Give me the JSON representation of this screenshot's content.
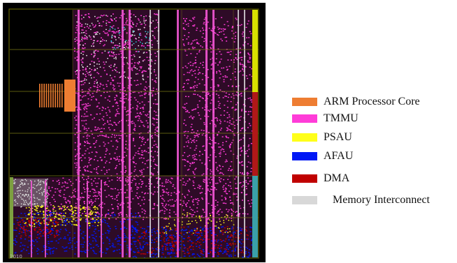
{
  "floorplan": {
    "tile_label": "2010"
  },
  "legend": [
    {
      "label": "ARM Processor Core",
      "color": "#ee7d32"
    },
    {
      "label": "TMMU",
      "color": "#ff3cd8"
    },
    {
      "label": "PSAU",
      "color": "#ffff1a"
    },
    {
      "label": "AFAU",
      "color": "#0018f5"
    },
    {
      "label": "DMA",
      "color": "#c00000"
    },
    {
      "label": "Memory Interconnect",
      "color": "#d8d8d8"
    }
  ],
  "colors": {
    "background": "#000000",
    "frame": "#5f5f00",
    "grid_line": "#7a7a14",
    "pink_bar": "#ff5ce0",
    "white_bar": "#f2f2f2",
    "yellow_strip": "#d8e000",
    "red_strip": "#b01818",
    "teal_strip": "#3aa0a8",
    "cyan_dots": "#30d0e0"
  }
}
